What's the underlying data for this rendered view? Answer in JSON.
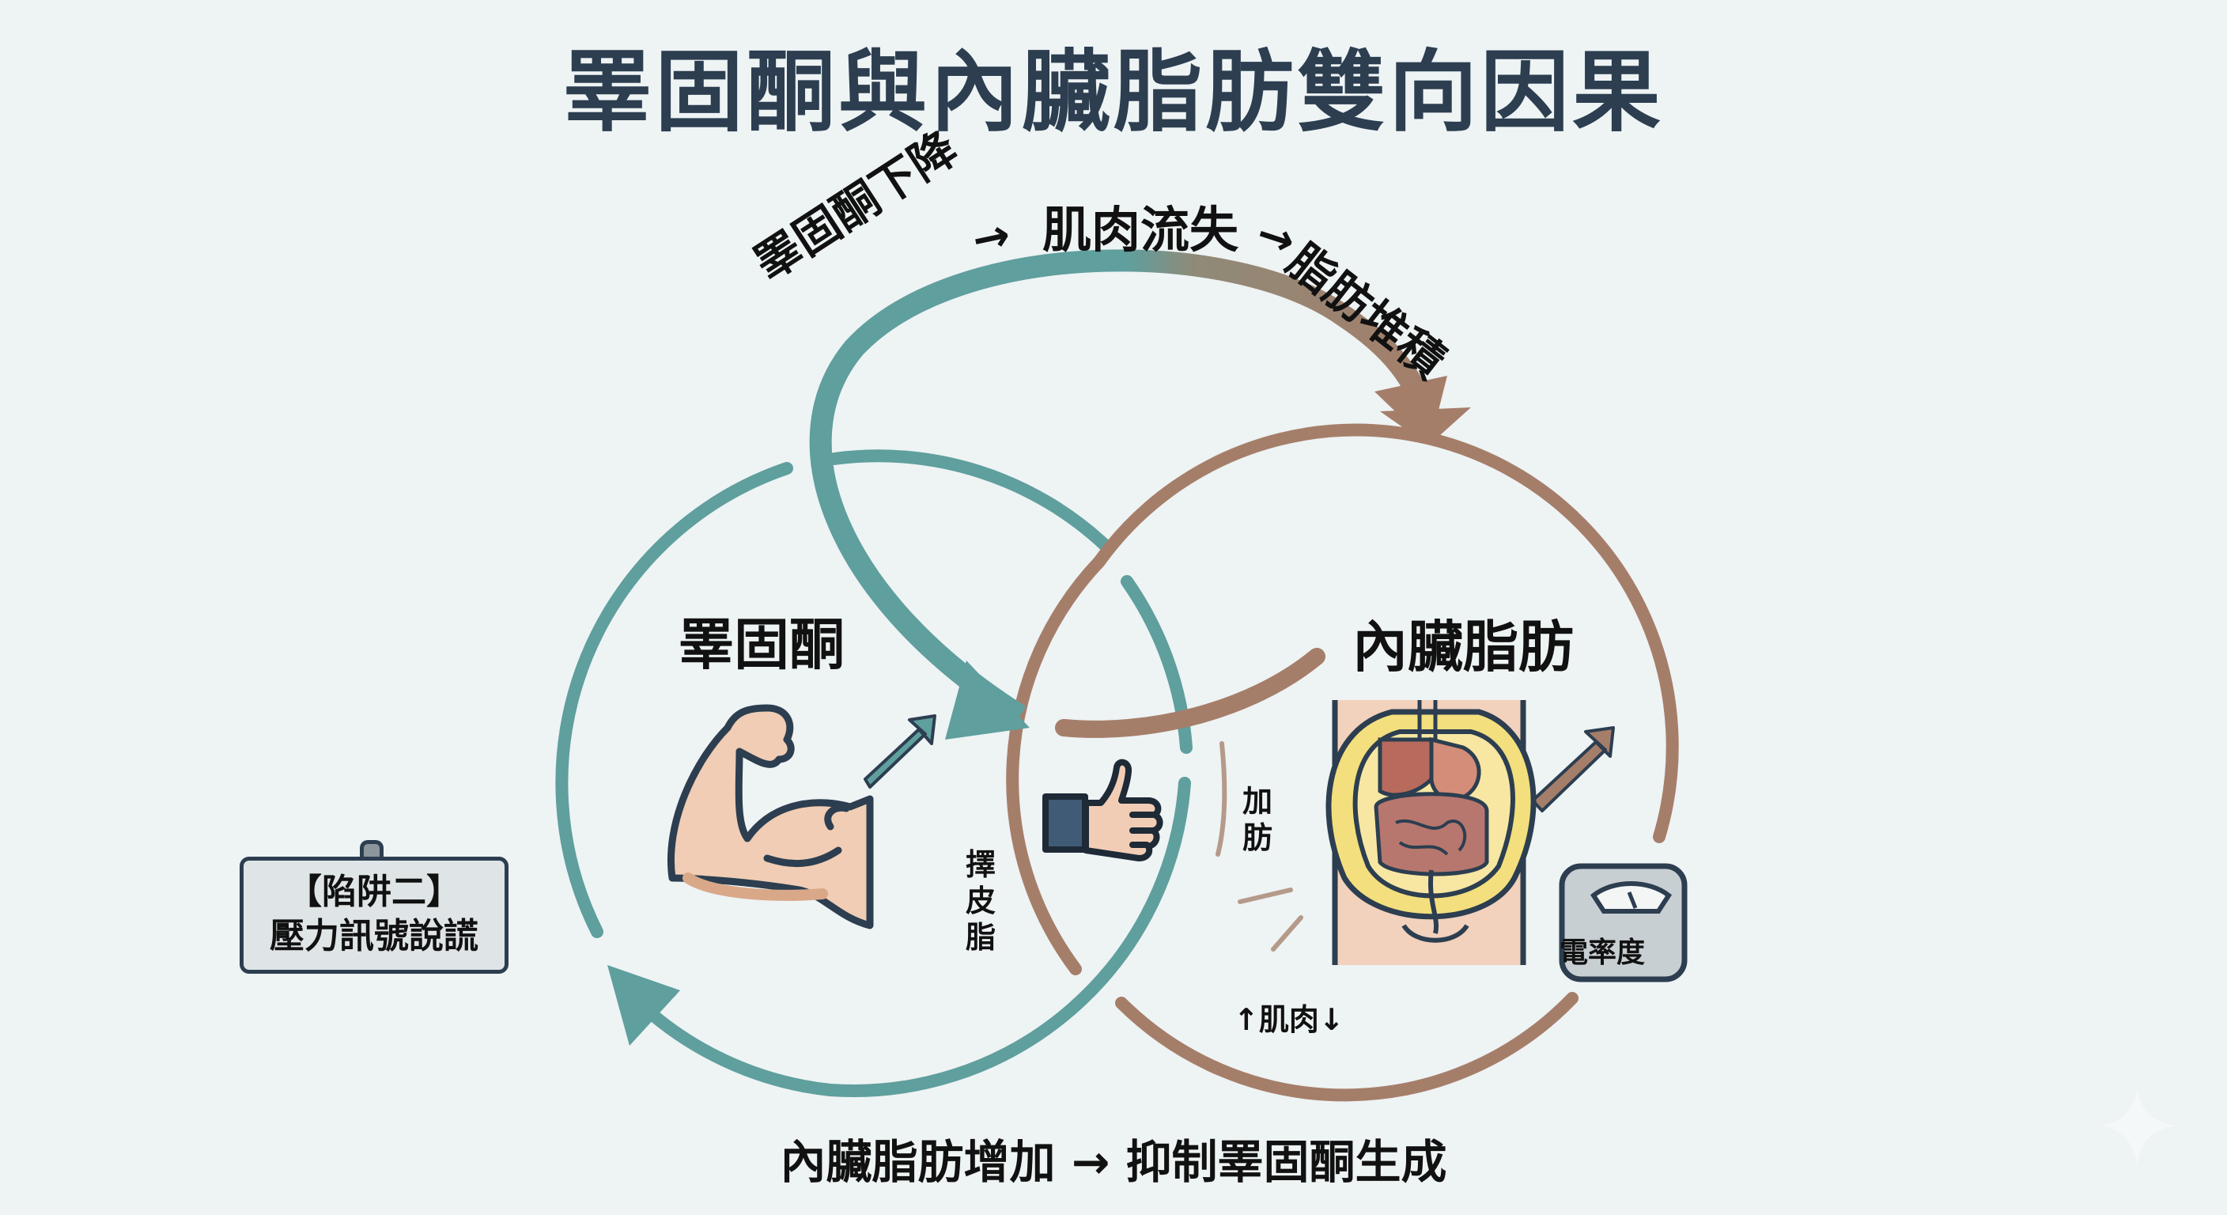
{
  "title": "睪固酮與內臟脂肪雙向因果",
  "top_flow": {
    "part1": "睪固酮下降",
    "arrow1": "→",
    "part2": "肌肉流失",
    "arrow2": "→",
    "part3": "脂肪堆積"
  },
  "bottom_flow": {
    "text": "內臟脂肪增加 → 抑制睪固酮生成"
  },
  "left_node": {
    "label": "睪固酮",
    "icon": "flexed-bicep-icon",
    "note_line1": "擇",
    "note_line2": "皮脂"
  },
  "right_node": {
    "label": "內臟脂肪",
    "icon": "abdomen-organs-icon",
    "note_line1": "加",
    "note_line2": "肪",
    "muscle_note": "↑肌肉↓",
    "scale_label": "電率度"
  },
  "trap_box": {
    "line1": "【陷阱二】",
    "line2": "壓力訊號說謊"
  },
  "colors": {
    "background": "#eef3f4",
    "title": "#2c3e50",
    "teal": "#5f9f9e",
    "brown": "#a57e6a",
    "text": "#111111"
  }
}
